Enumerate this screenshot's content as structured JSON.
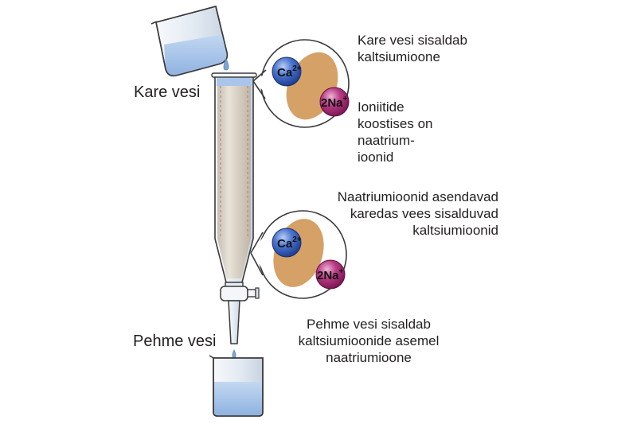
{
  "labels": {
    "hard_water": "Kare vesi",
    "soft_water": "Pehme vesi"
  },
  "annotations": {
    "top_1": [
      "Kare vesi sisaldab",
      "kaltsiumioone"
    ],
    "top_2": [
      "Ioniitide",
      "koostises on",
      "naatrium-",
      "ioonid"
    ],
    "middle": [
      "Naatriumioonid asendavad",
      "karedas vees sisalduvad",
      "kaltsiumioonid"
    ],
    "bottom": [
      "Pehme vesi sisaldab",
      "kaltsiumioonide asemel",
      "naatriumioone"
    ]
  },
  "ions": {
    "calcium": {
      "symbol": "Ca",
      "charge": "2+"
    },
    "sodium": {
      "symbol": "2Na",
      "charge": "+"
    }
  },
  "colors": {
    "outline": "#3a3a3a",
    "glass": "#e8eef5",
    "water": "#a9c6ea",
    "resin": "#e3ddd2",
    "resin_particle": "#d6a166",
    "calcium_ion": "#2c56b5",
    "sodium_ion": "#a3236f"
  }
}
